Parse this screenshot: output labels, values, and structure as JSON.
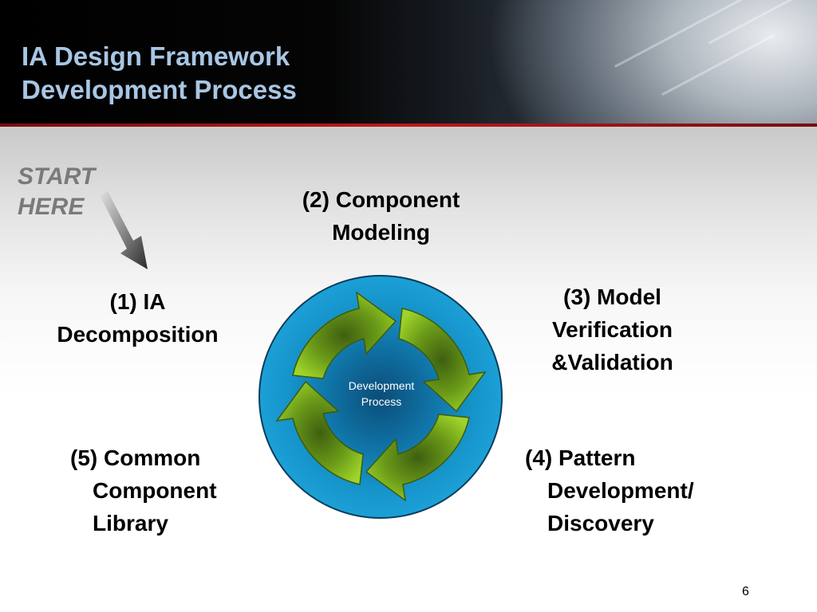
{
  "title": {
    "line1": "IA Design Framework",
    "line2": "Development Process"
  },
  "start": {
    "line1": "START",
    "line2": "HERE"
  },
  "center_label": {
    "line1": "Development",
    "line2": "Process"
  },
  "steps": [
    {
      "line1": "(1) IA",
      "line2": "Decomposition"
    },
    {
      "line1": "(2) Component",
      "line2": "Modeling"
    },
    {
      "line1": "(3) Model",
      "line2": "Verification",
      "line3": "&Validation"
    },
    {
      "line1": "(4) Pattern",
      "line2": "Development/",
      "line3": "Discovery"
    },
    {
      "line1": "(5) Common",
      "line2": "Component",
      "line3": "Library"
    }
  ],
  "page_number": "6",
  "colors": {
    "title": "#a8c6e4",
    "circle": "#1593c9",
    "arrow_green": "#8cc21f",
    "arrow_dark": "#4a6e12",
    "stripe": "#c01818"
  },
  "icons": {
    "start_arrow": "pointer-arrow-icon",
    "cycle": "cycle-arrows-icon"
  }
}
